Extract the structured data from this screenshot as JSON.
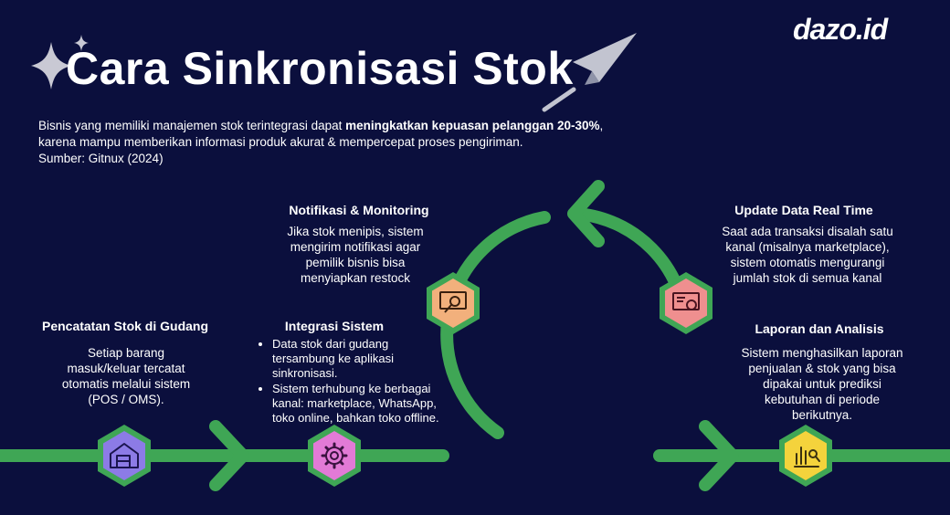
{
  "header": {
    "title": "Cara Sinkronisasi Stok",
    "logo": "dazo.id",
    "intro_part1": "Bisnis yang memiliki manajemen stok terintegrasi dapat ",
    "intro_bold": "meningkatkan kepuasan pelanggan 20-30%",
    "intro_part2": ", karena mampu memberikan informasi produk akurat & mempercepat proses pengiriman.",
    "source": "Sumber: Gitnux (2024)"
  },
  "steps": {
    "pencatatan": {
      "title": "Pencatatan Stok di Gudang",
      "desc": "Setiap barang masuk/keluar tercatat otomatis melalui sistem (POS / OMS)."
    },
    "integrasi": {
      "title": "Integrasi Sistem",
      "bullets": [
        "Data stok dari gudang tersambung ke aplikasi sinkronisasi.",
        "Sistem terhubung ke berbagai kanal: marketplace, WhatsApp, toko online, bahkan toko offline."
      ]
    },
    "notifikasi": {
      "title": "Notifikasi & Monitoring",
      "desc": "Jika stok menipis, sistem mengirim notifikasi agar pemilik bisnis bisa menyiapkan restock"
    },
    "update": {
      "title": "Update Data Real Time",
      "desc": "Saat ada transaksi disalah satu kanal (misalnya marketplace), sistem otomatis mengurangi jumlah stok di semua kanal"
    },
    "laporan": {
      "title": "Laporan dan Analisis",
      "desc": "Sistem menghasilkan laporan penjualan & stok yang bisa dipakai untuk prediksi kebutuhan di periode berikutnya."
    }
  },
  "colors": {
    "background": "#0b0f3d",
    "flow_green": "#3fa655",
    "hex_purple": "#8c7be6",
    "hex_pink": "#e27ad6",
    "hex_orange": "#f2b07c",
    "hex_salmon": "#ef8f8f",
    "hex_yellow": "#f4d33c"
  },
  "icons": {
    "pencatatan": "warehouse-icon",
    "integrasi": "gear-icon",
    "notifikasi": "monitoring-icon",
    "update": "sync-icon",
    "laporan": "chart-analysis-icon"
  }
}
